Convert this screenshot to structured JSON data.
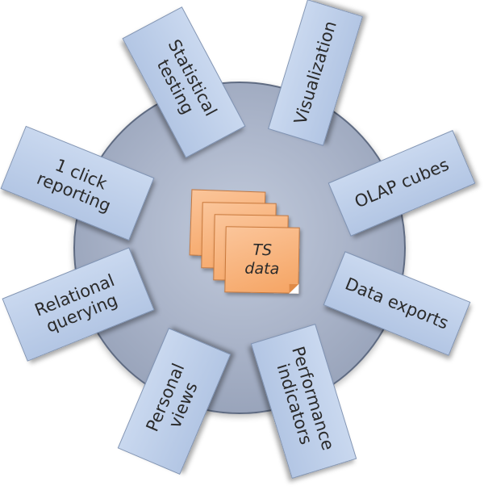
{
  "center": {
    "label": "TS\ndata"
  },
  "spokes": [
    {
      "label": "Statistical\ntesting"
    },
    {
      "label": "Visualization"
    },
    {
      "label": "OLAP cubes"
    },
    {
      "label": "Data exports"
    },
    {
      "label": "Performance\nindicators"
    },
    {
      "label": "Personal\nviews"
    },
    {
      "label": "Relational\nquerying"
    },
    {
      "label": "1 click\nreporting"
    }
  ],
  "colors": {
    "hub": "#aab4c9",
    "hub_border": "#5f6b82",
    "box_fill": "#b9cbe8",
    "box_border": "#8094b4",
    "note_fill": "#f7ae72",
    "note_border": "#c9793c",
    "text": "#2b2b2b"
  }
}
